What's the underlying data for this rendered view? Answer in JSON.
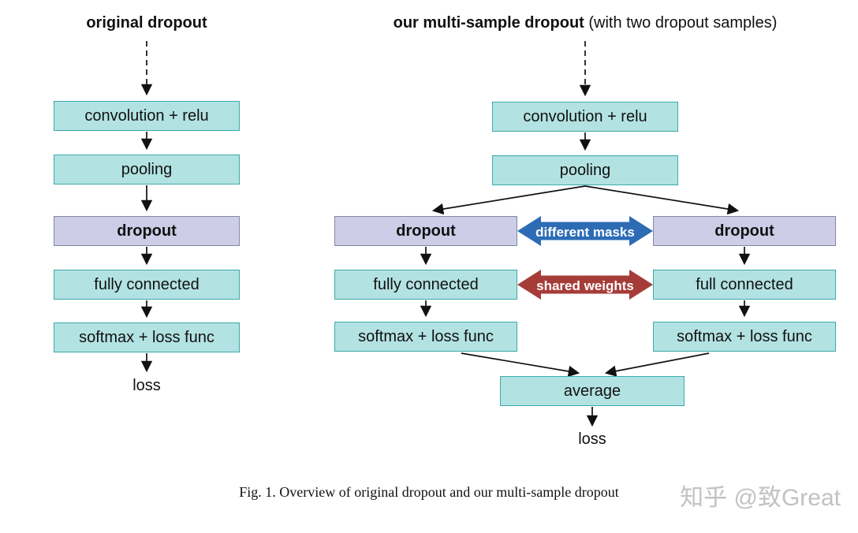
{
  "diagram": {
    "left": {
      "title": "original dropout",
      "boxes": {
        "conv": "convolution + relu",
        "pool": "pooling",
        "drop": "dropout",
        "fc": "fully connected",
        "softmax": "softmax + loss func"
      },
      "loss_label": "loss"
    },
    "right": {
      "title_bold": "our multi-sample dropout",
      "title_rest": " (with two dropout samples)",
      "center": {
        "conv": "convolution + relu",
        "pool": "pooling"
      },
      "branch_left": {
        "drop": "dropout",
        "fc": "fully connected",
        "softmax": "softmax + loss func"
      },
      "branch_right": {
        "drop": "dropout",
        "fc": "full connected",
        "softmax": "softmax + loss func"
      },
      "masks_label": "different masks",
      "weights_label": "shared weights",
      "average": "average",
      "loss_label": "loss"
    },
    "colors": {
      "teal_fill": "#b3e2e2",
      "teal_border": "#3aabab",
      "purple_fill": "#cdcde8",
      "purple_border": "#8189a6",
      "blue_conn": "#2d6cb5",
      "red_conn": "#a63c38"
    }
  },
  "caption": {
    "text": "Fig. 1.  Overview of original dropout and our multi-sample dropout"
  },
  "watermark": {
    "text": "知乎 @致Great"
  }
}
